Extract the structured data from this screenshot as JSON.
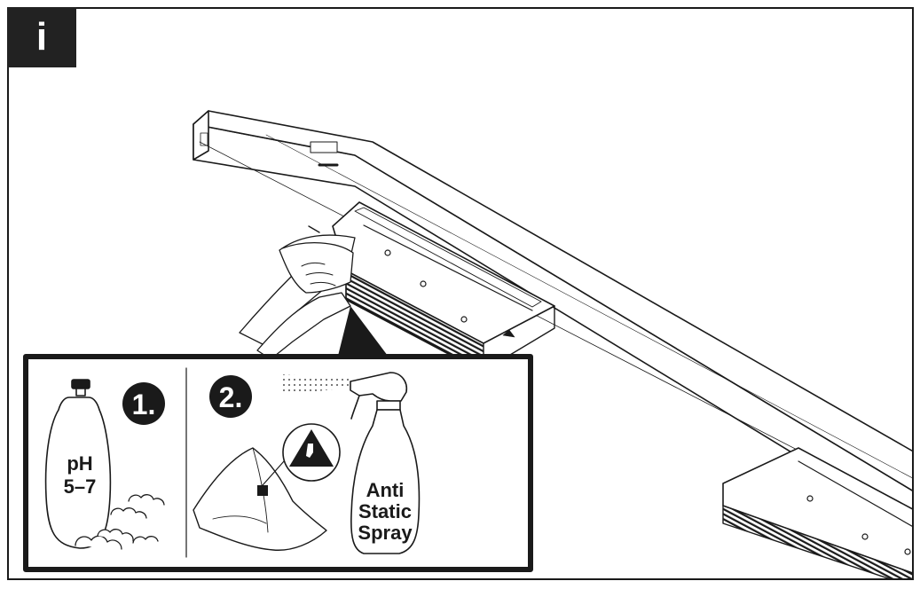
{
  "badge": {
    "label": "i"
  },
  "panel": {
    "step1": {
      "number": "1.",
      "bottle_label": [
        "pH",
        "5–7"
      ]
    },
    "step2": {
      "number": "2.",
      "spray_label": [
        "Anti",
        "Static",
        "Spray"
      ]
    }
  },
  "icons": [
    "info-icon",
    "detergent-bottle-icon",
    "soap-foam-icon",
    "cloth-icon",
    "esd-warning-icon",
    "spray-bottle-icon",
    "hands-wiping-icon"
  ],
  "colors": {
    "ink": "#1a1a1a",
    "paper": "#ffffff",
    "badge": "#222222"
  }
}
